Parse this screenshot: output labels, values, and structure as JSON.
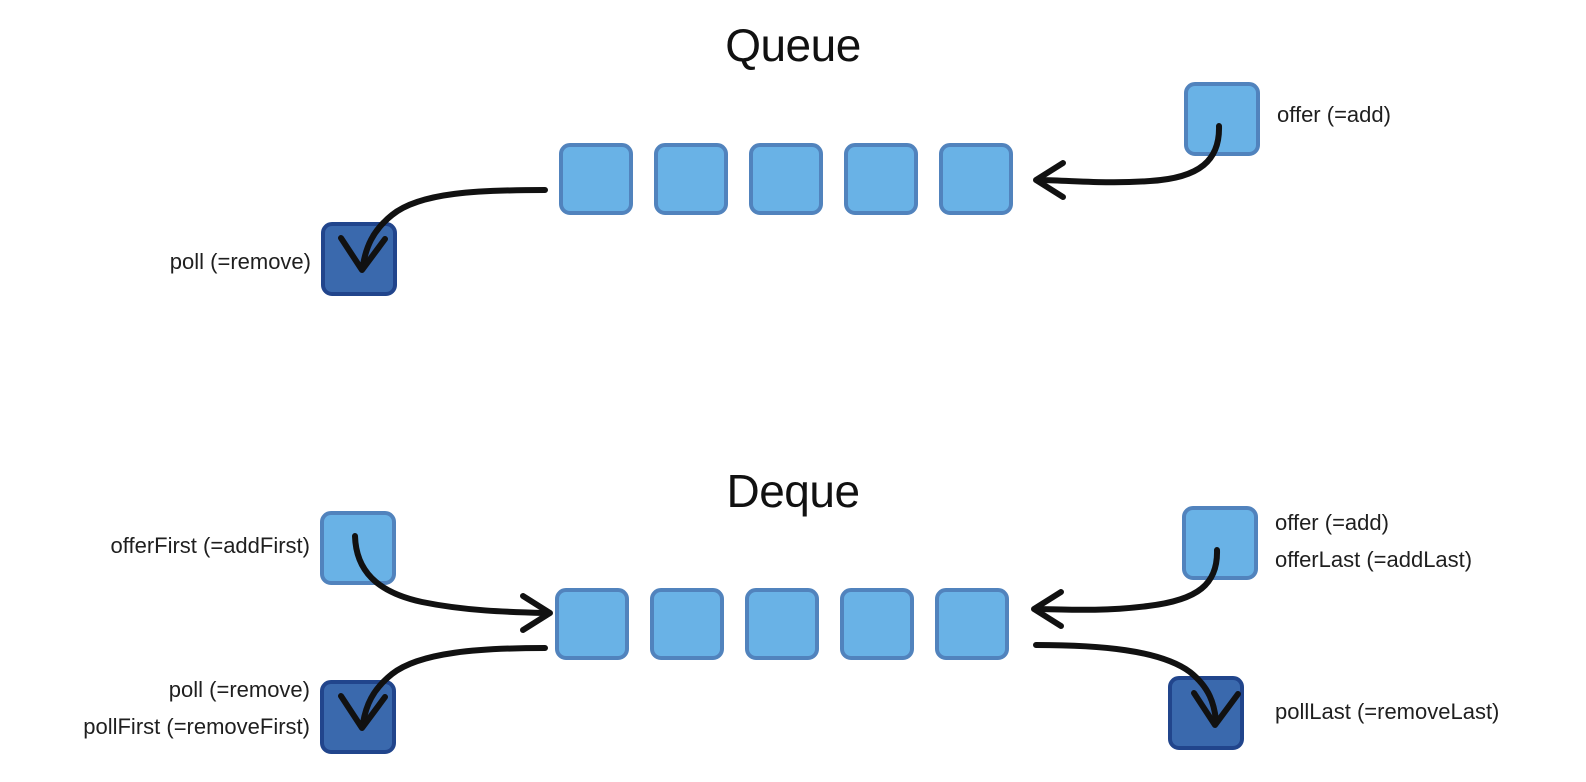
{
  "diagram": {
    "title_queue": "Queue",
    "title_deque": "Deque",
    "colors": {
      "cell_light_fill": "#69b2e6",
      "cell_light_border": "#5183bd",
      "cell_dark_fill": "#3a69ad",
      "cell_dark_border": "#21458c",
      "arrow": "#111111",
      "text": "#1f1f1f",
      "background": "#ffffff"
    }
  },
  "queue": {
    "title": "Queue",
    "cell_count": 5,
    "add_label": "offer (=add)",
    "remove_label": "poll (=remove)",
    "add_box_kind": "light",
    "remove_box_kind": "dark",
    "arrows": [
      {
        "name": "offer-arrow",
        "from": "add-box",
        "to": "queue-tail",
        "direction": "left"
      },
      {
        "name": "poll-arrow",
        "from": "queue-head",
        "to": "remove-box",
        "direction": "down"
      }
    ]
  },
  "deque": {
    "title": "Deque",
    "cell_count": 5,
    "left_add_label": "offerFirst (=addFirst)",
    "left_remove_label_line1": "poll (=remove)",
    "left_remove_label_line2": "pollFirst (=removeFirst)",
    "right_add_label_line1": "offer (=add)",
    "right_add_label_line2": "offerLast (=addLast)",
    "right_remove_label": "pollLast (=removeLast)",
    "arrows": [
      {
        "name": "offer-first-arrow",
        "from": "left-add-box",
        "to": "deque-head",
        "direction": "right"
      },
      {
        "name": "poll-first-arrow",
        "from": "deque-head",
        "to": "left-remove-box",
        "direction": "down"
      },
      {
        "name": "offer-last-arrow",
        "from": "right-add-box",
        "to": "deque-tail",
        "direction": "left"
      },
      {
        "name": "poll-last-arrow",
        "from": "deque-tail",
        "to": "right-remove-box",
        "direction": "down"
      }
    ]
  }
}
